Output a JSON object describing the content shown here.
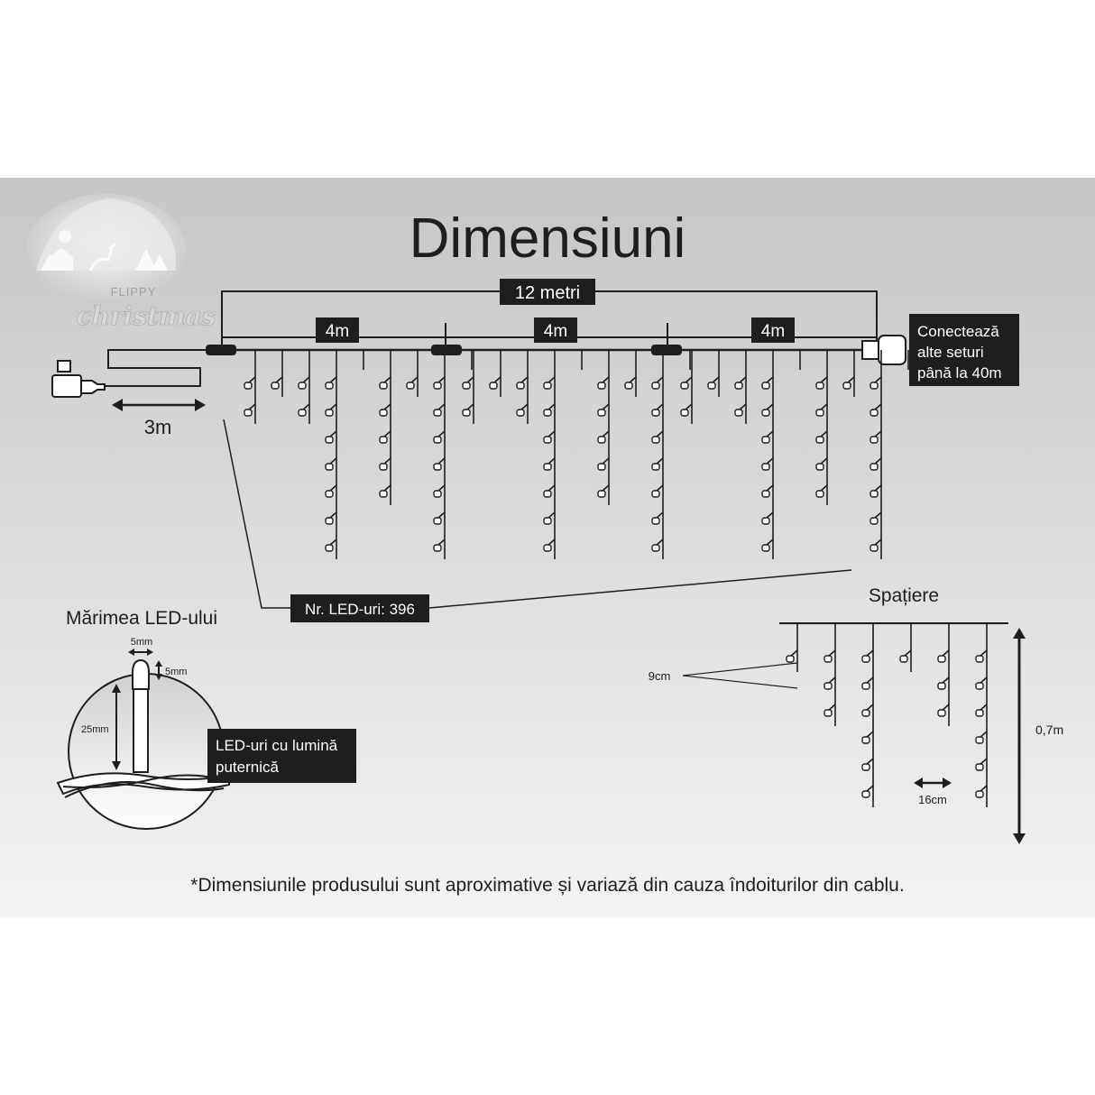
{
  "title": "Dimensiuni",
  "brand": {
    "name_top": "FLIPPY",
    "name_bottom": "christmas"
  },
  "total_length_label": "12 metri",
  "segment_labels": [
    "4m",
    "4m",
    "4m"
  ],
  "lead_cable_label": "3m",
  "connect_note": [
    "Conectează",
    "alte seturi",
    "până la 40m"
  ],
  "led_count_label": "Nr. LED-uri: 396",
  "led_size": {
    "heading": "Mărimea LED-ului",
    "width_label": "5mm",
    "height_label": "5mm",
    "length_label": "25mm",
    "feature_lines": [
      "LED-uri cu lumină",
      "puternică"
    ]
  },
  "spacing": {
    "heading": "Spațiere",
    "vertical_gap_label": "9cm",
    "horizontal_gap_label": "16cm",
    "drop_length_label": "0,7m"
  },
  "footnote": "*Dimensiunile produsului sunt aproximative și variază din cauza îndoiturilor din cablu.",
  "colors": {
    "ink": "#1e1e1e",
    "panel_top": "#c6c6c6",
    "panel_bottom": "#f3f3f3",
    "label_bg": "#1e1e1e",
    "label_text": "#ffffff"
  }
}
